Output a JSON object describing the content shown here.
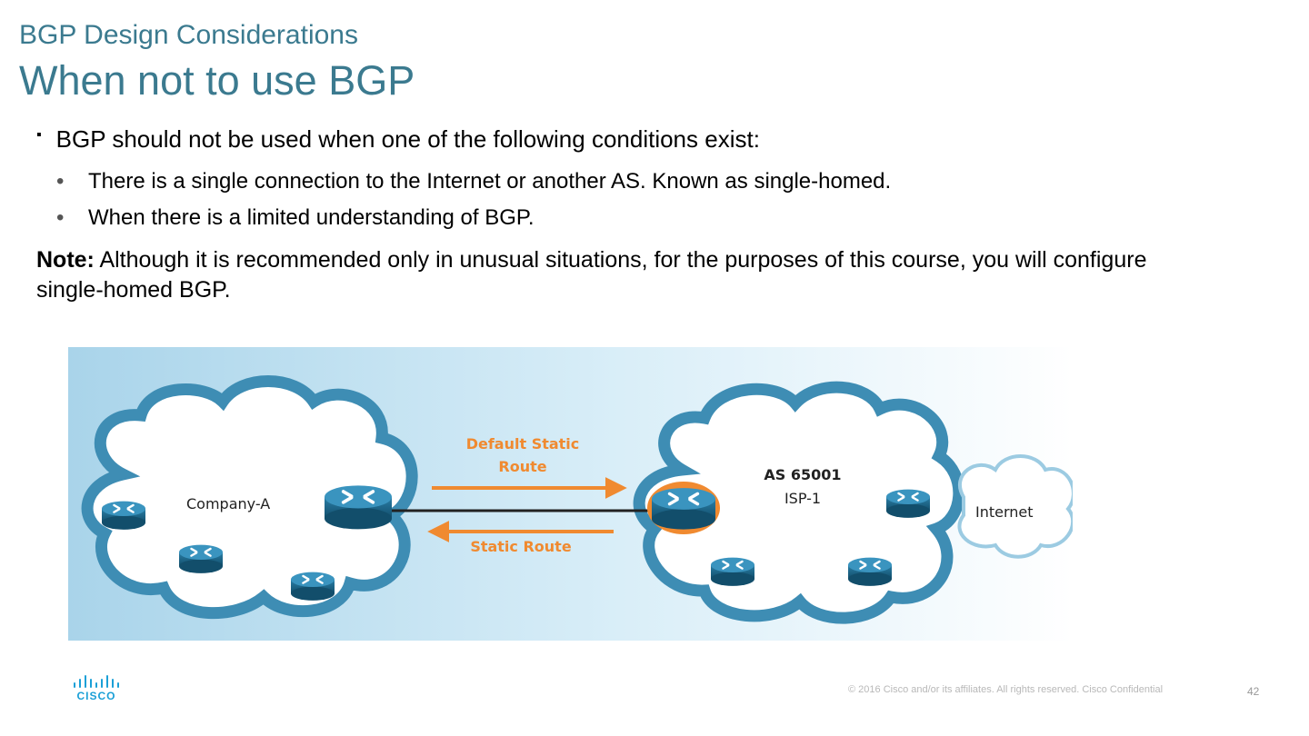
{
  "header": {
    "subtitle": "BGP Design Considerations",
    "title": "When not to use BGP"
  },
  "content": {
    "bullet_main": "BGP should not be used when one of the following conditions exist:",
    "sub_bullets": [
      "There is a single connection to the Internet or another AS. Known as single-homed.",
      "When there is a limited understanding of BGP."
    ],
    "note_label": "Note:",
    "note_text": " Although it is recommended only in unusual situations, for the purposes of this course, you will configure single-homed BGP."
  },
  "diagram": {
    "company_label": "Company-A",
    "arrow_top_line1": "Default Static",
    "arrow_top_line2": "Route",
    "arrow_bottom": "Static Route",
    "as_label": "AS 65001",
    "isp_label": "ISP-1",
    "internet_label": "Internet",
    "colors": {
      "cloud_edge": "#3e8db4",
      "arrow": "#f08a30",
      "router": "#1c6b8f"
    }
  },
  "footer": {
    "logo_text": "CISCO",
    "copyright": "© 2016  Cisco and/or its affiliates. All rights reserved.   Cisco Confidential",
    "page_number": "42"
  }
}
